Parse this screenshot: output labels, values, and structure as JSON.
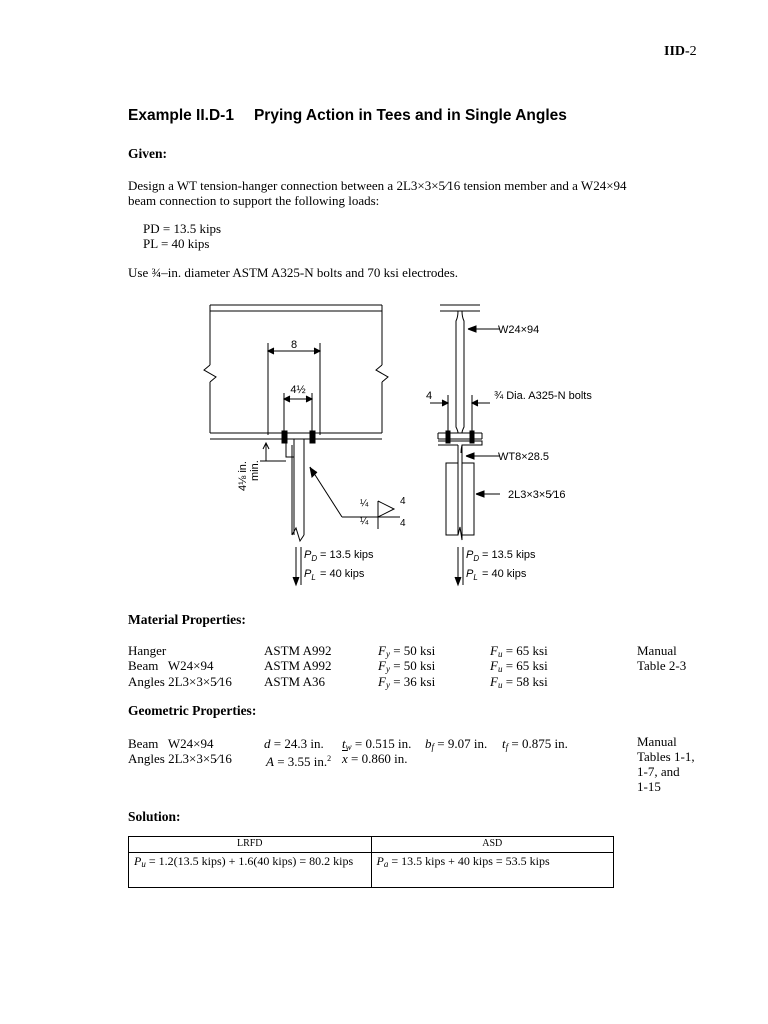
{
  "page": {
    "prefix": "IID-",
    "number": "2"
  },
  "title": {
    "example": "Example II.D-1",
    "text": "Prying Action in Tees and in Single Angles"
  },
  "given": {
    "heading": "Given:",
    "para_line1": "Design a WT tension-hanger connection between a 2L3×3×5⁄16 tension member and a W24×94",
    "para_line2": "beam connection to support the following loads:",
    "pd": "PD = 13.5 kips",
    "pl": "PL = 40 kips",
    "bolts": "Use ¾–in. diameter ASTM A325-N bolts and 70 ksi electrodes."
  },
  "figure": {
    "dim_8": "8",
    "dim_4half": "4½",
    "min_label_1": "4⅛ in.",
    "min_label_2": "min.",
    "weld_top": "¼",
    "weld_bot": "¼",
    "weld_len_top": "4",
    "weld_len_bot": "4",
    "left_pd": "= 13.5 kips",
    "left_pl": "= 40 kips",
    "right_pd": "= 13.5 kips",
    "right_pl": "= 40 kips",
    "beam_label": "W24×94",
    "dim_4": "4",
    "bolts_label": "¾ Dia. A325-N bolts",
    "wt_label": "WT8×28.5",
    "angles_label": "2L3×3×5⁄16"
  },
  "material": {
    "heading": "Material Properties:",
    "rows": [
      {
        "member": "Hanger",
        "spec": "ASTM A992",
        "fy": "= 50 ksi",
        "fu": "= 65 ksi"
      },
      {
        "member": "Beam   W24×94",
        "spec": "ASTM A992",
        "fy": "= 50 ksi",
        "fu": "= 65 ksi"
      },
      {
        "member": "Angles 2L3×3×5⁄16",
        "spec": "ASTM A36",
        "fy": "= 36 ksi",
        "fu": "= 58 ksi"
      }
    ],
    "note_1": "Manual",
    "note_2": "Table 2-3"
  },
  "geometric": {
    "heading": "Geometric Properties:",
    "beam": "Beam   W24×94",
    "angles": "Angles 2L3×3×5⁄16",
    "d": "= 24.3 in.",
    "tw": "= 0.515 in.",
    "bf": "= 9.07 in.",
    "tf": "= 0.875 in.",
    "A": "= 3.55 in.",
    "A_sup": "2",
    "xbar": "= 0.860 in.",
    "note_1": "Manual",
    "note_2": "Tables 1-1,",
    "note_3": "1-7, and",
    "note_4": "1-15"
  },
  "solution": {
    "heading": "Solution:",
    "col_lrfd": "LRFD",
    "col_asd": "ASD",
    "lrfd_eq": "= 1.2(13.5 kips) + 1.6(40 kips) = 80.2 kips",
    "asd_eq": "= 13.5 kips + 40 kips = 53.5 kips"
  }
}
